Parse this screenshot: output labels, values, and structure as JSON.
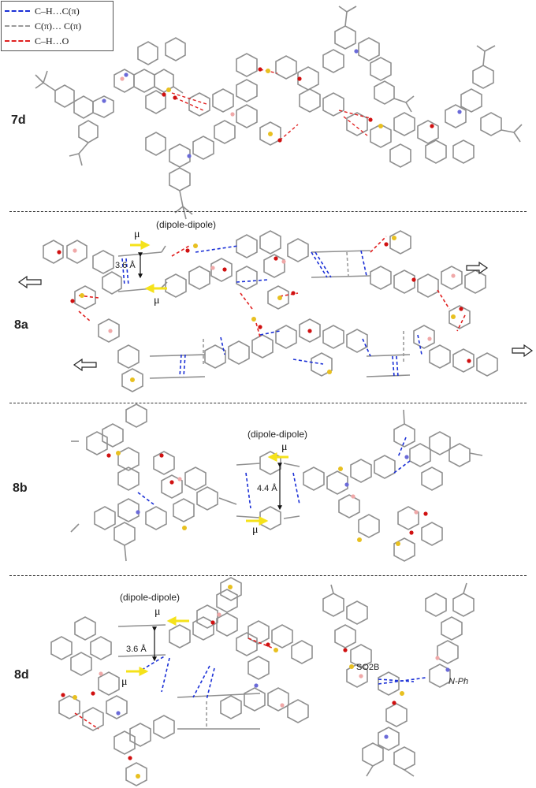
{
  "legend": [
    {
      "label": "C–H…C(π)",
      "color": "#1a2fd6"
    },
    {
      "label": "C(π)… C(π)",
      "color": "#9a9a9a"
    },
    {
      "label": "C–H…O",
      "color": "#e02020"
    }
  ],
  "panels": [
    {
      "id": "7d",
      "label": "7d"
    },
    {
      "id": "8a",
      "label": "8a",
      "annotation": "(dipole-dipole)",
      "mu": "μ",
      "distance": "3.6 Å"
    },
    {
      "id": "8b",
      "label": "8b",
      "annotation": "(dipole-dipole)",
      "mu": "μ",
      "distance": "4.4 Å"
    },
    {
      "id": "8d",
      "label": "8d",
      "annotation": "(dipole-dipole)",
      "mu": "μ",
      "distance": "3.6 Å",
      "fragments": [
        "SO2B",
        "N-Ph"
      ]
    }
  ],
  "colors": {
    "carbon": "#8f8f8f",
    "nitrogen": "#6a6ad8",
    "oxygen": "#d01010",
    "boron": "#f0a8a8",
    "sulfur": "#e8c020",
    "dipole_arrow": "#f5e21a"
  }
}
